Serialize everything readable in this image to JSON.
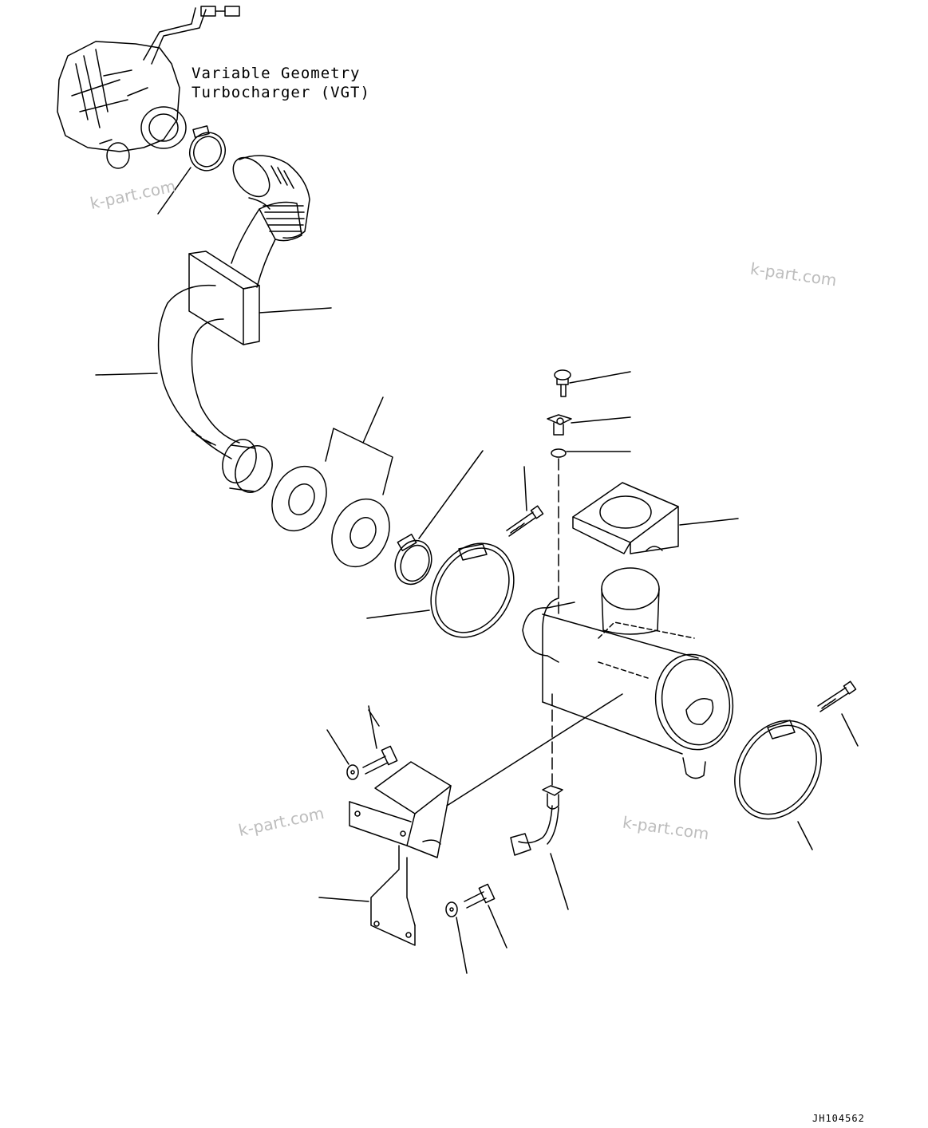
{
  "labels": {
    "vgt_line1": "Variable Geometry",
    "vgt_line2": "Turbocharger (VGT)"
  },
  "drawing_id": "JH104562",
  "watermarks": [
    "k-part.com",
    "k-part.com",
    "k-part.com",
    "k-part.com"
  ],
  "colors": {
    "line": "#000000",
    "watermark": "#bdbdbd",
    "background": "#ffffff"
  }
}
